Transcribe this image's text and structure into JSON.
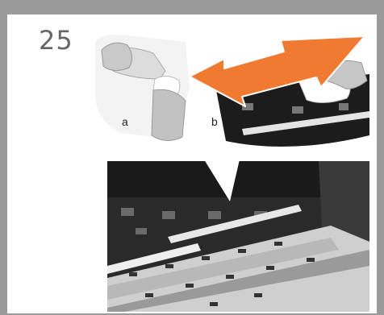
{
  "step_number": "25",
  "callout_labels": {
    "a": "a",
    "b": "b"
  },
  "colors": {
    "frame_gray": "#9a9a9a",
    "arrow_orange": "#f07a30",
    "step_text": "#666666"
  },
  "illustration": {
    "photo": "printer-interior-platen-photo",
    "inset": "hands-wetting-cloth-and-wiping",
    "arrow": "double-headed-arrow"
  }
}
